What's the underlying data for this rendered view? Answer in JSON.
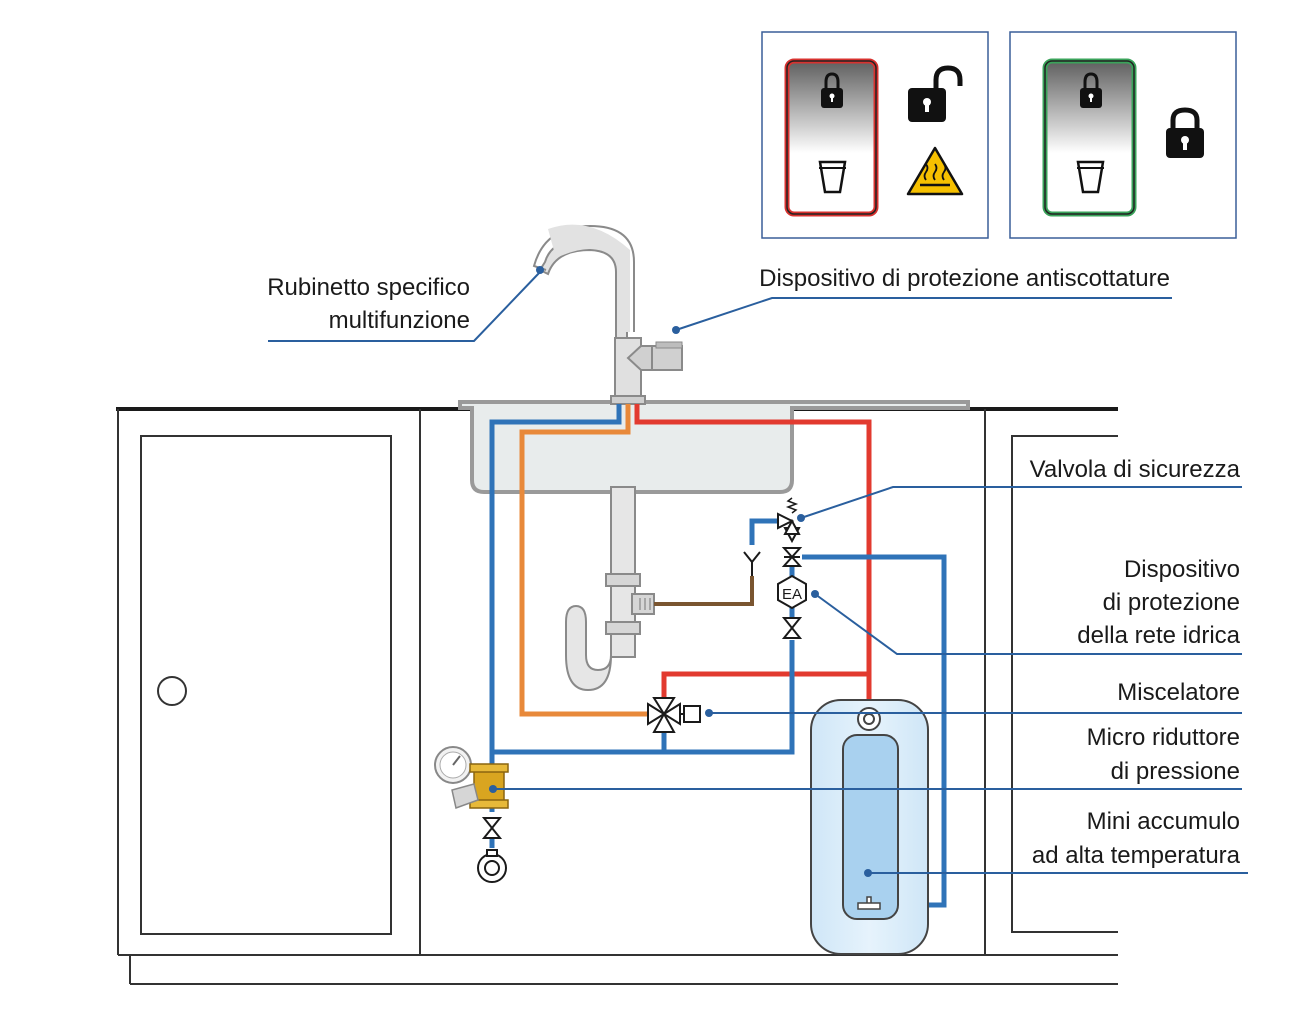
{
  "colors": {
    "cold": "#2f73b8",
    "hot": "#e23a2f",
    "mixed": "#e8893a",
    "drain": "#7a5530",
    "annotation": "#2a5f9e",
    "lock_red": "#d8322f",
    "lock_green": "#3aa35a"
  },
  "labels": {
    "faucet": [
      "Rubinetto specifico",
      "multifunzione"
    ],
    "antiscald": "Dispositivo di protezione antiscottature",
    "safety_valve": "Valvola di sicurezza",
    "network_protection": [
      "Dispositivo",
      "di protezione",
      "della rete idrica"
    ],
    "mixer": "Miscelatore",
    "pressure_reducer": [
      "Micro riduttore",
      "di pressione"
    ],
    "storage": [
      "Mini accumulo",
      "ad alta temperatura"
    ],
    "ea_symbol": "EA"
  },
  "icons": {
    "panel_left": [
      "lock-closed-icon",
      "cup-icon",
      "lock-open-icon",
      "hot-surface-warning-icon"
    ],
    "panel_right": [
      "lock-closed-icon",
      "cup-icon",
      "lock-closed-icon"
    ]
  }
}
